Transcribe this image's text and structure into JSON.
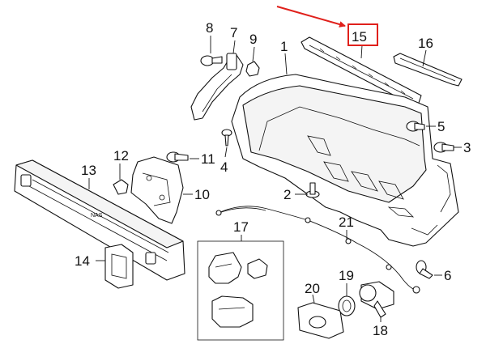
{
  "diagram": {
    "callouts": [
      "1",
      "2",
      "3",
      "4",
      "5",
      "6",
      "7",
      "8",
      "9",
      "10",
      "11",
      "12",
      "13",
      "14",
      "15",
      "16",
      "17",
      "18",
      "19",
      "20",
      "21"
    ],
    "highlighted_callout": "15",
    "beam_marking": "NAS",
    "colors": {
      "highlight": "#e0201b",
      "line": "#111111",
      "background": "#ffffff"
    }
  }
}
